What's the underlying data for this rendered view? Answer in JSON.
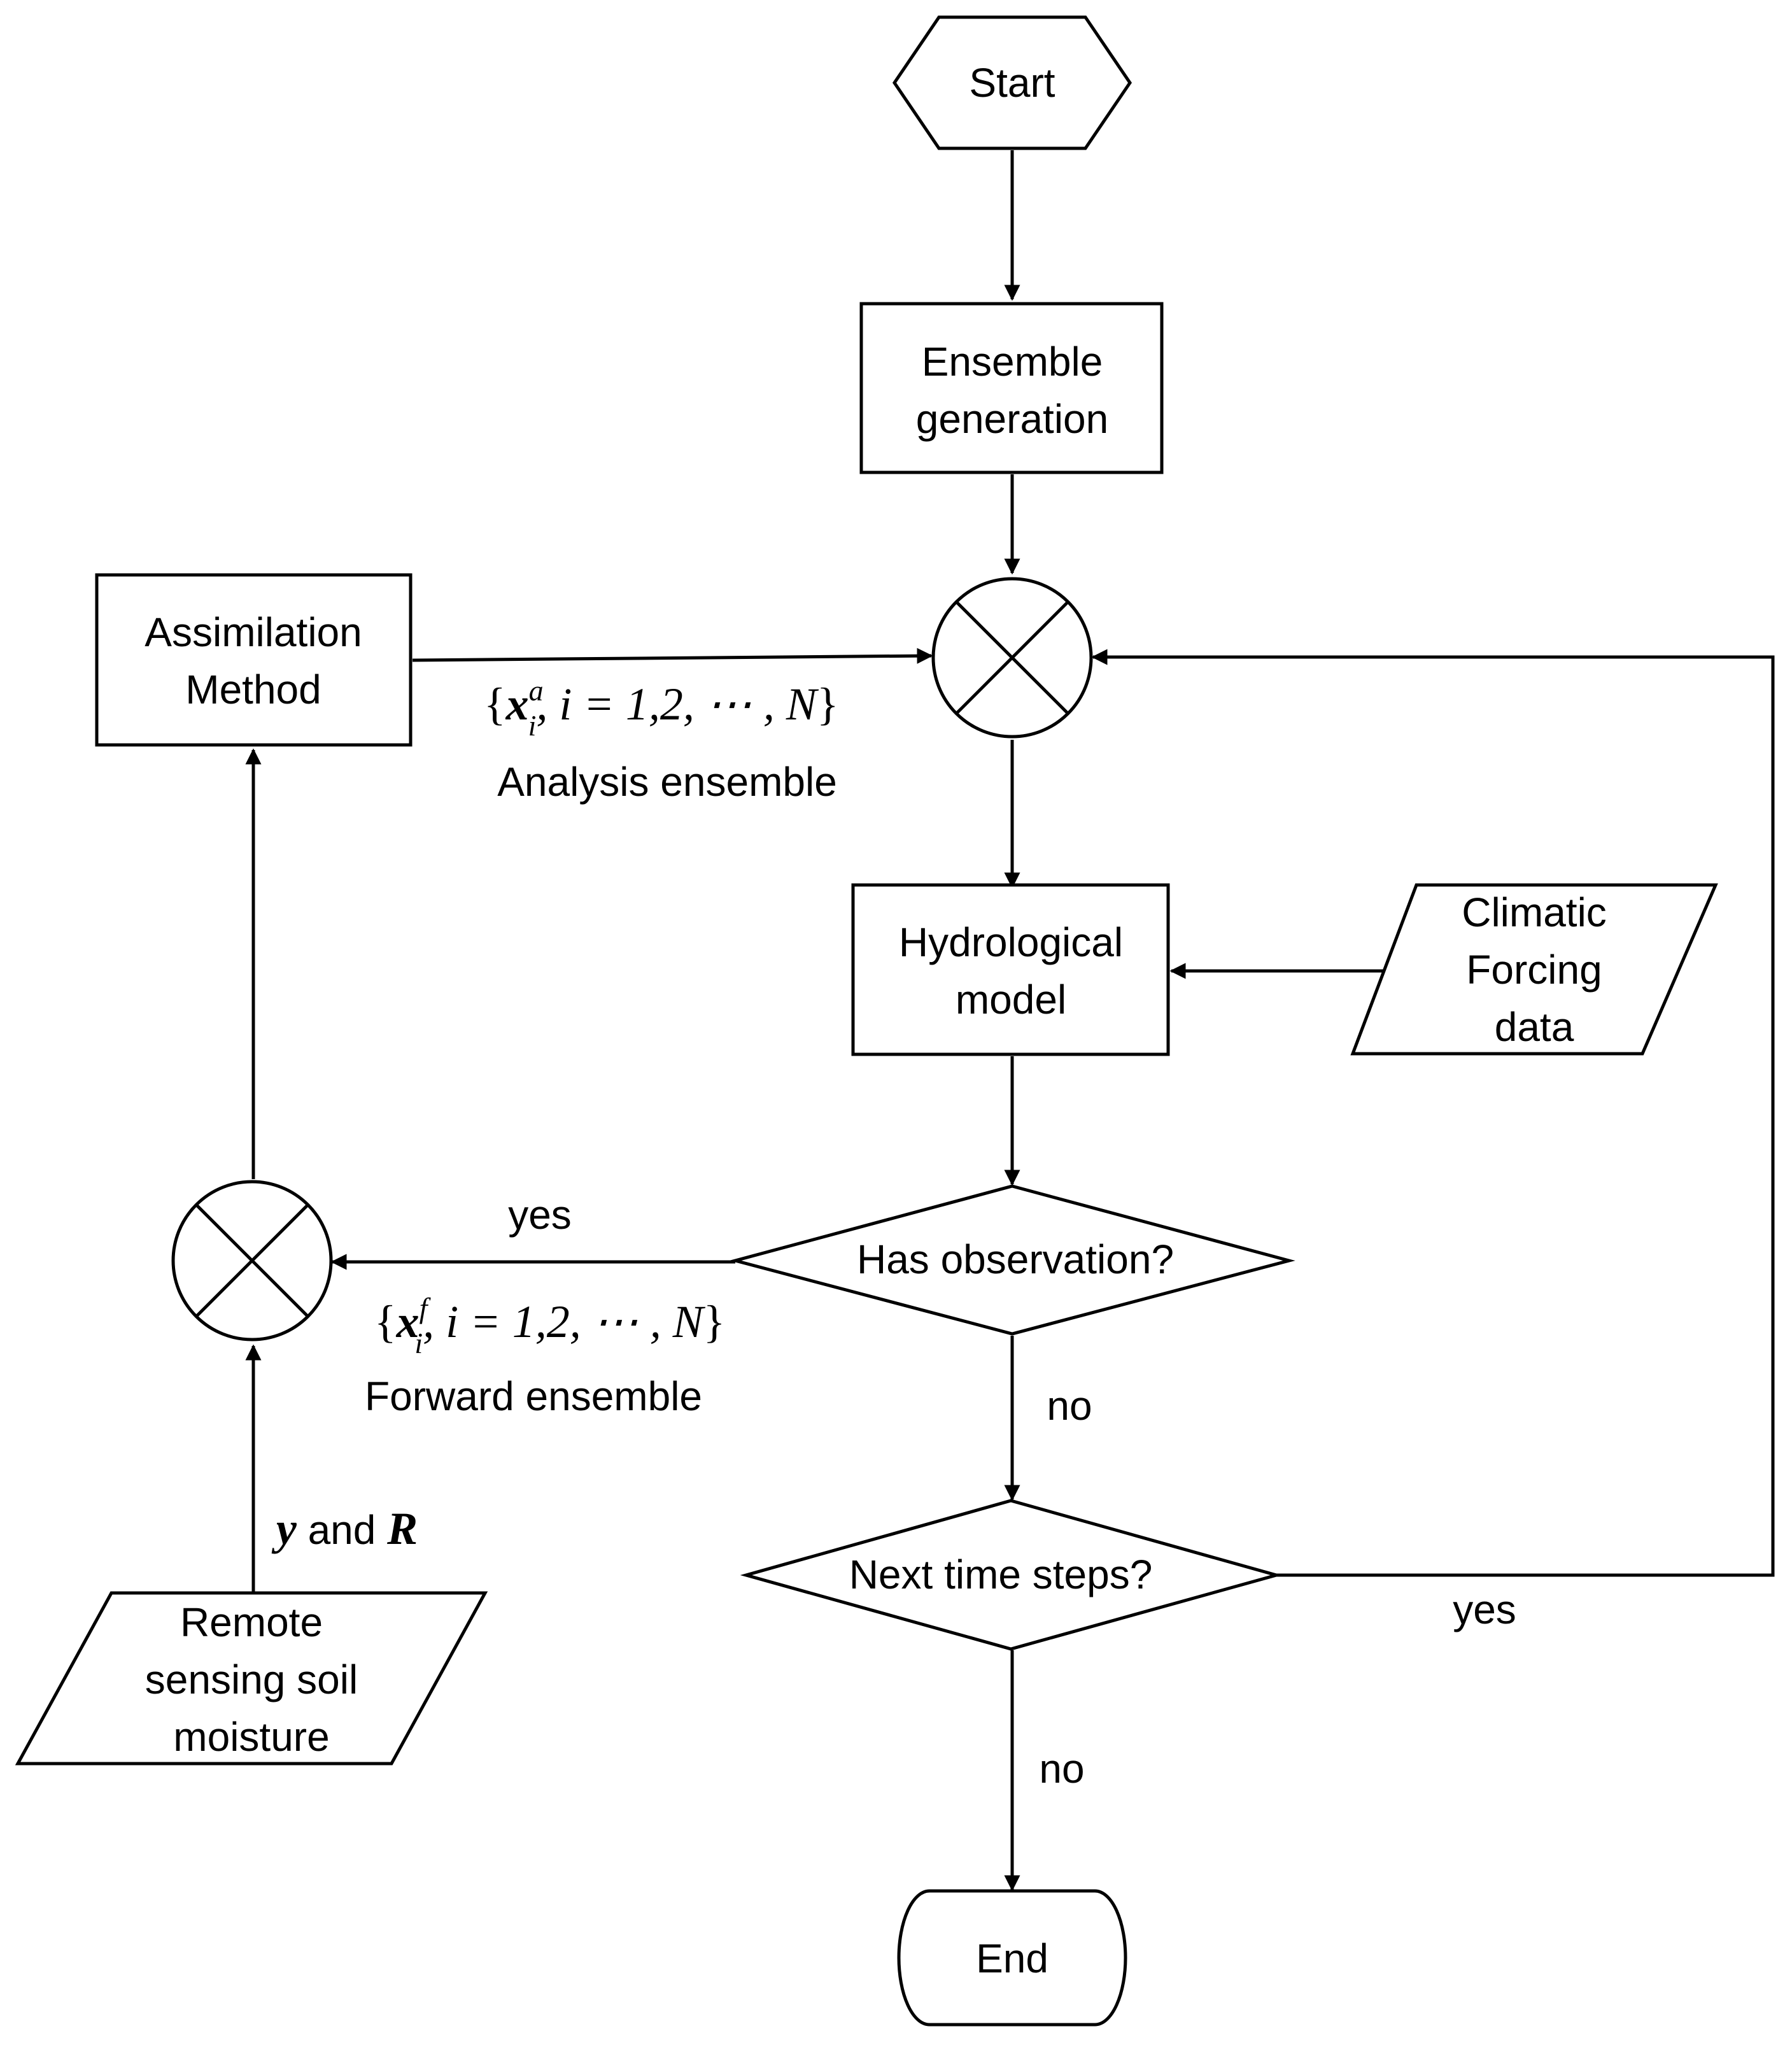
{
  "nodes": {
    "start": "Start",
    "ensemble_generation": [
      "Ensemble",
      "generation"
    ],
    "assimilation_method": [
      "Assimilation",
      "Method"
    ],
    "hydrological_model": [
      "Hydrological",
      "model"
    ],
    "climatic_forcing": [
      "Climatic",
      "Forcing",
      "data"
    ],
    "has_observation": "Has observation?",
    "next_time_steps": "Next time steps?",
    "remote_sensing": [
      "Remote",
      "sensing soil",
      "moisture"
    ],
    "end": "End"
  },
  "labels": {
    "analysis_ensemble": "Analysis ensemble",
    "forward_ensemble": "Forward ensemble",
    "yes_observation": "yes",
    "no_observation": "no",
    "yes_next": "yes",
    "no_next": "no",
    "y_and_r": {
      "y": "y",
      "and": " and ",
      "r": "R"
    }
  },
  "math": {
    "analysis": {
      "open": "{",
      "x": "x",
      "sup": "a",
      "sub": "i",
      "rest": ", i = 1,2, ⋯ , N",
      "close": "}"
    },
    "forward": {
      "open": "{",
      "x": "x",
      "sup": "f",
      "sub": "i",
      "rest": ", i = 1,2, ⋯ , N",
      "close": "}"
    }
  }
}
